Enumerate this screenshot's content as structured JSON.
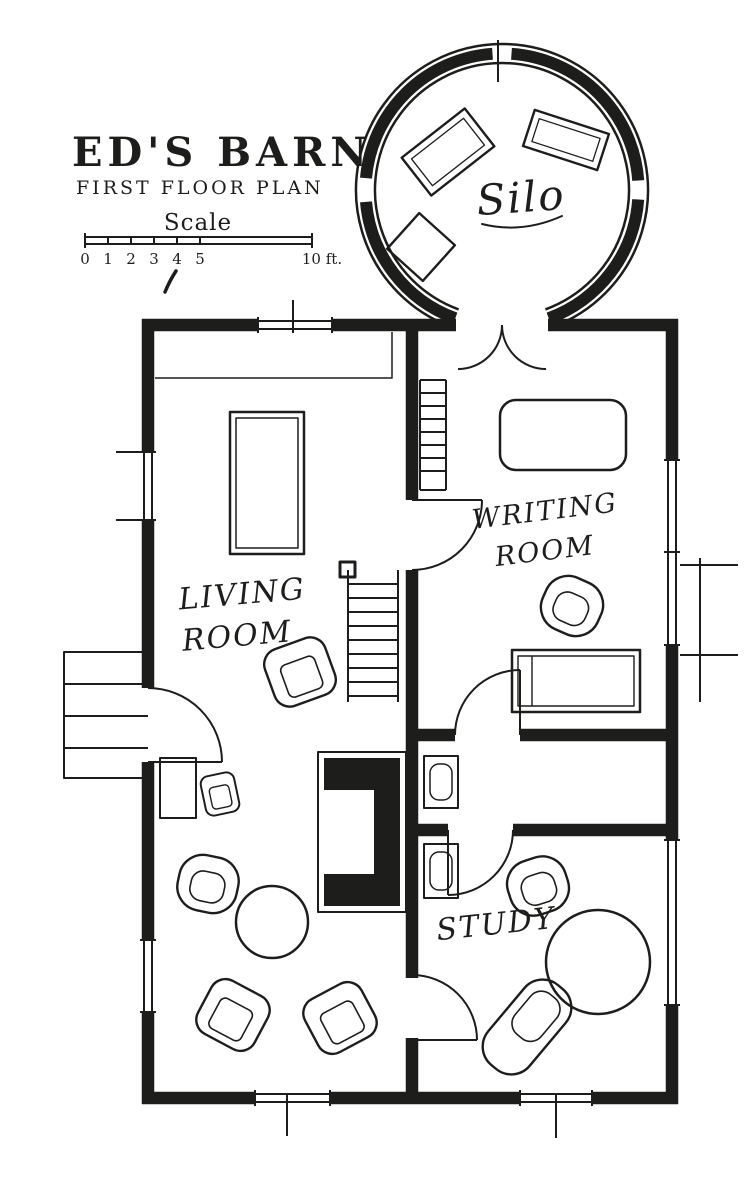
{
  "colors": {
    "ink": "#1d1d1b",
    "paper": "#ffffff"
  },
  "title_block": {
    "title": "ED'S BARN",
    "subtitle": "FIRST FLOOR PLAN"
  },
  "scale_bar": {
    "label": "Scale",
    "ticks": [
      "0",
      "1",
      "2",
      "3",
      "4",
      "5"
    ],
    "end_label": "10 ft."
  },
  "rooms": {
    "silo": "Silo",
    "living_line1": "LIVING",
    "living_line2": "ROOM",
    "writing_line1": "WRITING",
    "writing_line2": "ROOM",
    "study": "STUDY"
  }
}
